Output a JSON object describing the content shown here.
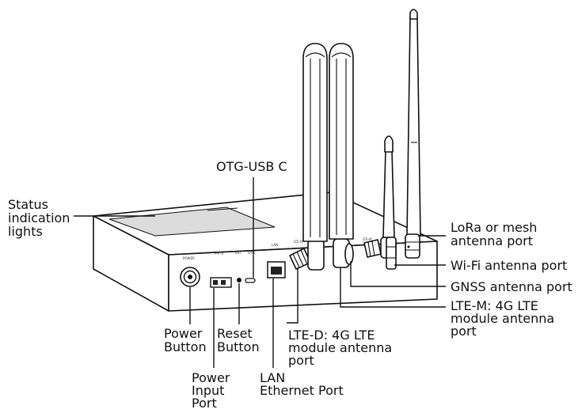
{
  "labels": {
    "status_lights": [
      "Status",
      "indication",
      "lights"
    ],
    "otg_usb": "OTG-USB C",
    "power_button": [
      "Power",
      "Button"
    ],
    "reset_button": [
      "Reset",
      "Button"
    ],
    "power_input": [
      "Power",
      "Input",
      "Port"
    ],
    "lan_port": [
      "LAN",
      "Ethernet Port"
    ],
    "lte_d": [
      "LTE-D: 4G LTE",
      "module antenna",
      "port"
    ],
    "lora": [
      "LoRa or mesh",
      "antenna port"
    ],
    "wifi": "Wi-Fi antenna port",
    "gnss": "GNSS antenna port",
    "lte_m": [
      "LTE-M: 4G LTE",
      "module antenna",
      "port"
    ]
  },
  "device_markings": {
    "power": "POWER",
    "dc": "+V  -V",
    "reset": "RST",
    "usb": "OTG",
    "lan": "LAN",
    "lte_d": "LTE-D",
    "lte_m": "LTE-M"
  },
  "colors": {
    "line": "#111111",
    "body_fill": "#ffffff",
    "shade": "#dcdcdc",
    "dark": "#222222"
  }
}
